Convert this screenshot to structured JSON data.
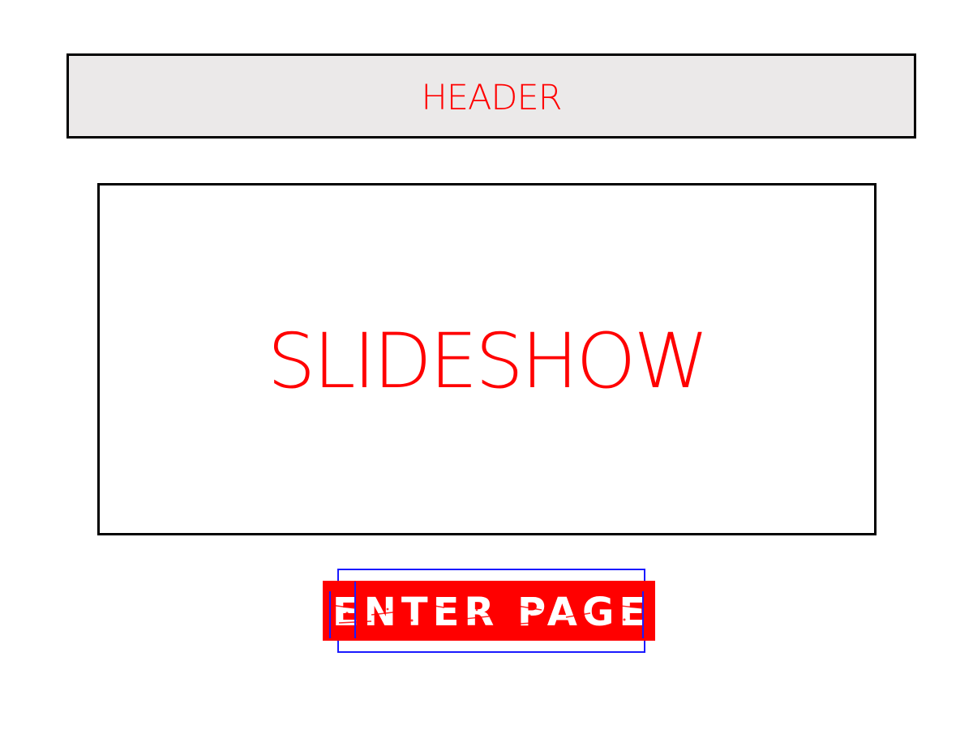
{
  "header": {
    "title": "HEADER"
  },
  "slideshow": {
    "title": "SLIDESHOW"
  },
  "enter_button": {
    "label": "ENTER PAGE"
  },
  "colors": {
    "text_accent": "#ff0000",
    "header_background": "#ebe9e9",
    "border": "#000000",
    "button_background": "#ff0000",
    "button_text": "#ffffff",
    "outline": "#1a1aff"
  }
}
